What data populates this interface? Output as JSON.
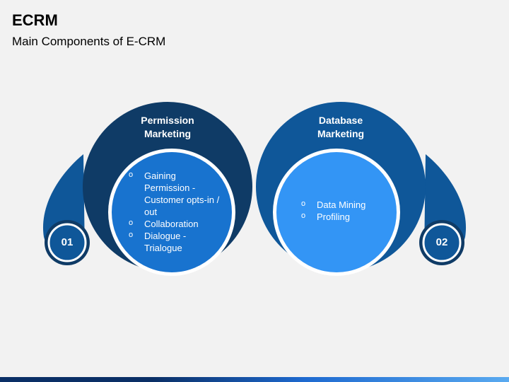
{
  "header": {
    "title": "ECRM",
    "subtitle": "Main Components of E-CRM"
  },
  "components": [
    {
      "number": "01",
      "heading_line1": "Permission",
      "heading_line2": "Marketing",
      "bullets": [
        "Gaining Permission - Customer opts-in / out",
        "Collaboration",
        "Dialogue - Trialogue"
      ]
    },
    {
      "number": "02",
      "heading_line1": "Database",
      "heading_line2": "Marketing",
      "bullets": [
        "Data Mining",
        "Profiling"
      ]
    }
  ],
  "colors": {
    "dark_navy": "#0f3b66",
    "medium_blue": "#0f5799",
    "inner_blue_1": "#1873cf",
    "inner_blue_2": "#3395f5",
    "background": "#f2f2f2"
  }
}
